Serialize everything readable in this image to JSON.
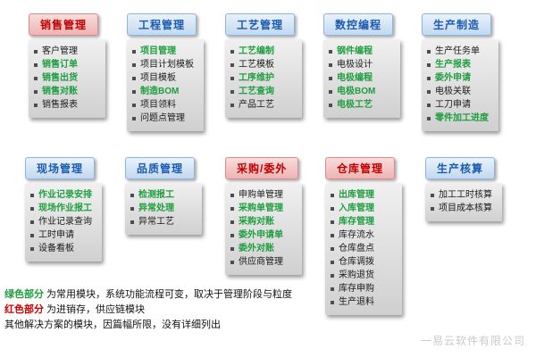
{
  "watermark": "一易云软件有限公司",
  "colors": {
    "green_item": "#1f9e3f",
    "black_item": "#1a1a1a",
    "red_header": "#c00000",
    "blue_header": "#1b5ab0"
  },
  "rows": [
    [
      {
        "title": "销售管理",
        "type": "red",
        "items": [
          {
            "label": "客户管理",
            "color": "black"
          },
          {
            "label": "销售订单",
            "color": "green"
          },
          {
            "label": "销售出货",
            "color": "green"
          },
          {
            "label": "销售对账",
            "color": "green"
          },
          {
            "label": "销售报表",
            "color": "black"
          }
        ]
      },
      {
        "title": "工程管理",
        "type": "blue",
        "items": [
          {
            "label": "项目管理",
            "color": "green"
          },
          {
            "label": "项目计划模板",
            "color": "black"
          },
          {
            "label": "项目模板",
            "color": "black"
          },
          {
            "label": "制造BOM",
            "color": "green"
          },
          {
            "label": "项目领料",
            "color": "black"
          },
          {
            "label": "问题点管理",
            "color": "black"
          }
        ]
      },
      {
        "title": "工艺管理",
        "type": "blue",
        "items": [
          {
            "label": "工艺编制",
            "color": "green"
          },
          {
            "label": "工艺模板",
            "color": "black"
          },
          {
            "label": "工序维护",
            "color": "green"
          },
          {
            "label": "工艺查询",
            "color": "green"
          },
          {
            "label": "产品工艺",
            "color": "black"
          }
        ]
      },
      {
        "title": "数控编程",
        "type": "blue",
        "items": [
          {
            "label": "钢件编程",
            "color": "green"
          },
          {
            "label": "电极设计",
            "color": "black"
          },
          {
            "label": "电极编程",
            "color": "green"
          },
          {
            "label": "电极BOM",
            "color": "green"
          },
          {
            "label": "电极工艺",
            "color": "green"
          }
        ]
      },
      {
        "title": "生产制造",
        "type": "blue",
        "items": [
          {
            "label": "生产任务单",
            "color": "black"
          },
          {
            "label": "生产报表",
            "color": "green"
          },
          {
            "label": "委外申请",
            "color": "green"
          },
          {
            "label": "电极关联",
            "color": "black"
          },
          {
            "label": "工刀申请",
            "color": "black"
          },
          {
            "label": "零件加工进度",
            "color": "green"
          }
        ]
      }
    ],
    [
      {
        "title": "现场管理",
        "type": "blue",
        "items": [
          {
            "label": "作业记录安排",
            "color": "green"
          },
          {
            "label": "现场作业报工",
            "color": "green"
          },
          {
            "label": "作业记录查询",
            "color": "black"
          },
          {
            "label": "工时申请",
            "color": "black"
          },
          {
            "label": "设备看板",
            "color": "black"
          }
        ]
      },
      {
        "title": "品质管理",
        "type": "blue",
        "items": [
          {
            "label": "检测报工",
            "color": "green"
          },
          {
            "label": "异常处理",
            "color": "green"
          },
          {
            "label": "异常工艺",
            "color": "black"
          }
        ]
      },
      {
        "title": "采购/委外",
        "type": "red",
        "items": [
          {
            "label": "申购单管理",
            "color": "black"
          },
          {
            "label": "采购单管理",
            "color": "green"
          },
          {
            "label": "采购对账",
            "color": "green"
          },
          {
            "label": "委外申请单",
            "color": "green"
          },
          {
            "label": "委外对账",
            "color": "green"
          },
          {
            "label": "供应商管理",
            "color": "black"
          }
        ]
      },
      {
        "title": "仓库管理",
        "type": "red",
        "items": [
          {
            "label": "出库管理",
            "color": "green"
          },
          {
            "label": "入库管理",
            "color": "green"
          },
          {
            "label": "库存管理",
            "color": "green"
          },
          {
            "label": "库存流水",
            "color": "black"
          },
          {
            "label": "仓库盘点",
            "color": "black"
          },
          {
            "label": "仓库调拨",
            "color": "black"
          },
          {
            "label": "采购退货",
            "color": "black"
          },
          {
            "label": "库存申购",
            "color": "black"
          },
          {
            "label": "生产退料",
            "color": "black"
          }
        ]
      },
      {
        "title": "生产核算",
        "type": "blue",
        "items": [
          {
            "label": "加工工时核算",
            "color": "black"
          },
          {
            "label": "项目成本核算",
            "color": "black"
          }
        ]
      }
    ]
  ],
  "notes": [
    {
      "prefix": "绿色部分",
      "prefix_color": "#1f9e3f",
      "text": " 为常用模块，系统功能流程可变，取决于管理阶段与粒度"
    },
    {
      "prefix": "红色部分",
      "prefix_color": "#d00000",
      "text": " 为进销存，供应链模块"
    },
    {
      "prefix": "",
      "prefix_color": "",
      "text": "其他解决方案的模块，因篇幅所限，没有详细列出"
    }
  ]
}
